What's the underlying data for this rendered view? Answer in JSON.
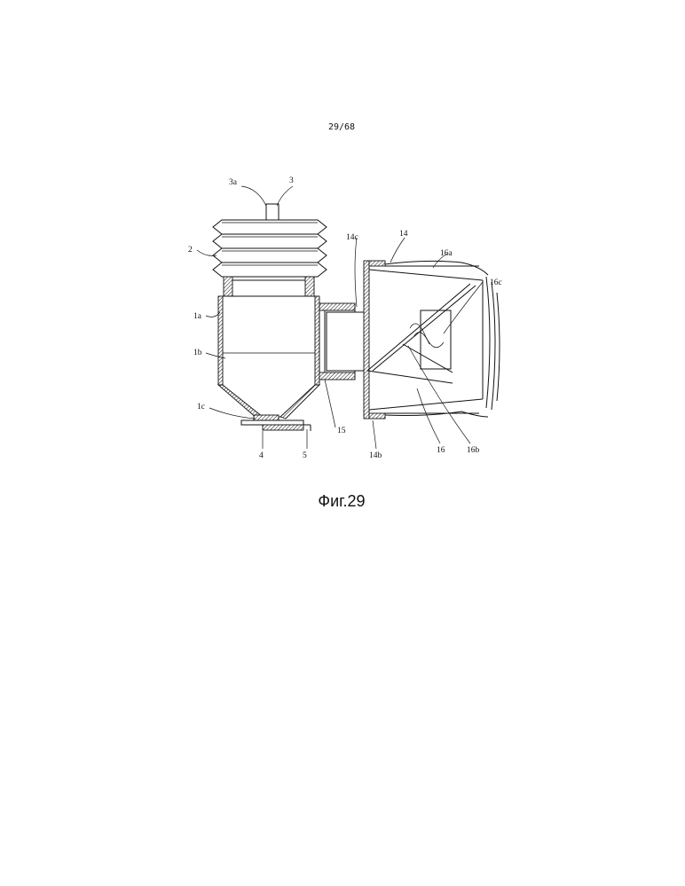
{
  "page_number": "29/68",
  "caption": "Фиг.29",
  "labels": {
    "l3a": "3a",
    "l3": "3",
    "l2": "2",
    "l14c": "14c",
    "l14": "14",
    "l16a": "16a",
    "l16c": "16c",
    "l1a": "1a",
    "l1b": "1b",
    "l1c": "1c",
    "l15": "15",
    "l4": "4",
    "l5": "5",
    "l14b": "14b",
    "l16": "16",
    "l16b": "16b"
  }
}
